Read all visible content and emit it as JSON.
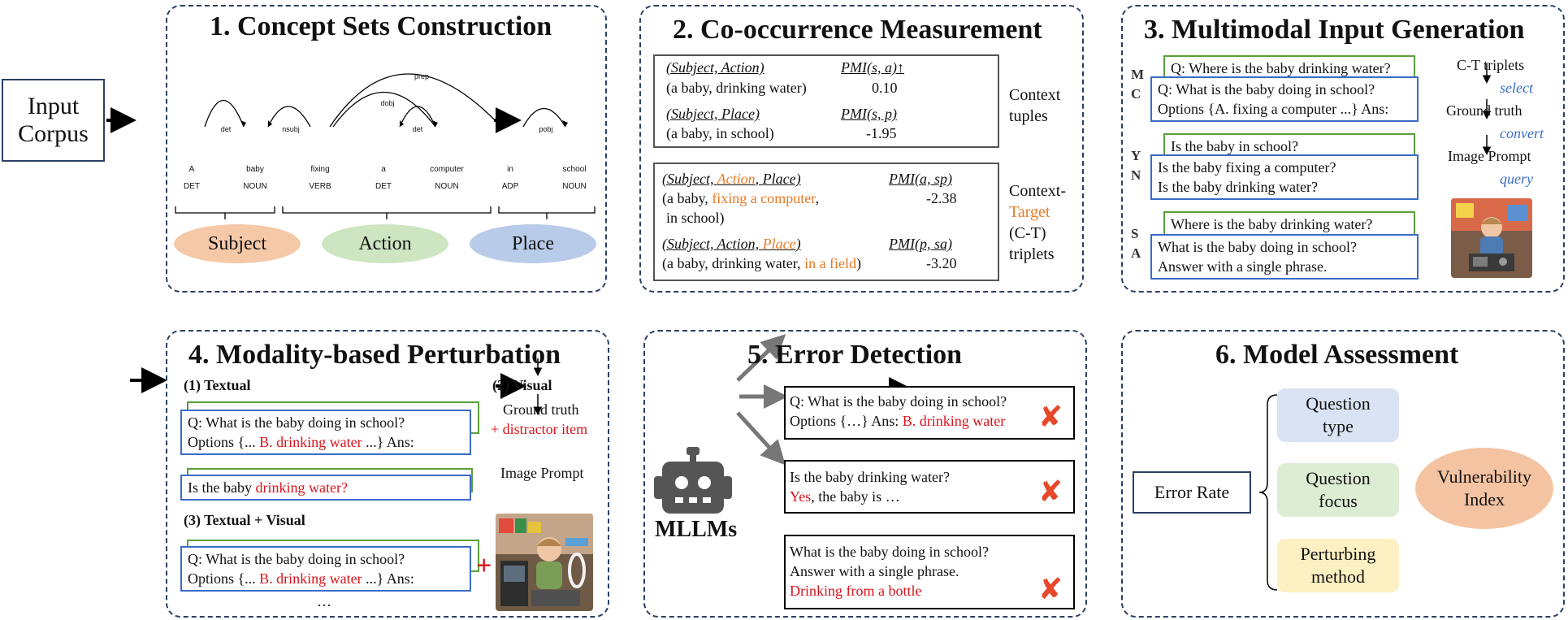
{
  "input": {
    "line1": "Input",
    "line2": "Corpus"
  },
  "panel1": {
    "title": "1. Concept Sets Construction",
    "tokens": [
      {
        "word": "A",
        "pos": "DET"
      },
      {
        "word": "baby",
        "pos": "NOUN"
      },
      {
        "word": "fixing",
        "pos": "VERB"
      },
      {
        "word": "a",
        "pos": "DET"
      },
      {
        "word": "computer",
        "pos": "NOUN"
      },
      {
        "word": "in",
        "pos": "ADP"
      },
      {
        "word": "school",
        "pos": "NOUN"
      }
    ],
    "arcs": [
      "det",
      "nsubj",
      "prep",
      "dobj",
      "det",
      "pobj"
    ],
    "concepts": [
      "Subject",
      "Action",
      "Place"
    ]
  },
  "panel2": {
    "title": "2. Co-occurrence Measurement",
    "tuple_rows": [
      {
        "head": "(Subject, Action)",
        "pmi": "PMI(s, a)↑",
        "row": "(a baby, drinking water)",
        "val": "0.10"
      },
      {
        "head": "(Subject, Place)",
        "pmi": "PMI(s, p)",
        "row": "(a baby, in school)",
        "val": "-1.95"
      }
    ],
    "tuple_label": [
      "Context",
      "tuples"
    ],
    "triplet_1": {
      "head_a": "(Subject, ",
      "head_b": "Action",
      "head_c": ", Place)",
      "pmi": "PMI(a, sp)",
      "row_a": "(a baby, ",
      "row_b": "fixing a computer",
      "row_c": ",",
      "row2": "in school)",
      "val": "-2.38"
    },
    "triplet_2": {
      "head_a": "(Subject, Action, ",
      "head_b": "Place",
      "head_c": ")",
      "pmi": "PMI(p, sa)",
      "row_a": "(a baby, drinking water, ",
      "row_b": "in a field",
      "row_c": ")",
      "val": "-3.20"
    },
    "triplet_label": [
      "Context-",
      "Target",
      "(C-T)",
      "triplets"
    ]
  },
  "panel3": {
    "title": "3. Multimodal Input Generation",
    "mc": {
      "l1": "M",
      "l2": "C",
      "back": "Q: Where is the baby drinking water?",
      "front1": "Q: What is the baby doing in school?",
      "front2": "Options {A. fixing a computer ...} Ans:"
    },
    "yn": {
      "l1": "Y",
      "l2": "N",
      "back": "Is the baby in school?",
      "front1": "Is the baby fixing a computer?",
      "front2": "Is the baby drinking water?"
    },
    "sa": {
      "l1": "S",
      "l2": "A",
      "back": "Where is the baby drinking water?",
      "front1": "What is the baby doing in school?",
      "front2": "Answer with a single phrase."
    },
    "flow": [
      "C-T triplets",
      "select",
      "Ground truth",
      "convert",
      "Image Prompt",
      "query"
    ]
  },
  "panel4": {
    "title": "4. Modality-based Perturbation",
    "textual": "(1) Textual",
    "visual": "(2) Visual",
    "tv": "(3) Textual + Visual",
    "q1a": "Q: What is the baby doing in school?",
    "q1b_a": "Options {... ",
    "q1b_b": "B. drinking water",
    "q1b_c": " ...} Ans:",
    "q2a": "Is the baby ",
    "q2b": "drinking water?",
    "gt": "Ground truth",
    "distractor": "+ distractor item",
    "img_prompt": "Image Prompt",
    "q3a": "Q: What is the baby doing in school?",
    "q3b_a": "Options {... ",
    "q3b_b": "B. drinking water",
    "q3b_c": " ...} Ans:",
    "plus": "+",
    "ellipsis": "…"
  },
  "panel5": {
    "title": "5. Error Detection",
    "robot_label": "MLLMs",
    "r1a": "Q: What is the baby doing in school?",
    "r1b_a": "Options {…} Ans: ",
    "r1b_b": "B. drinking water",
    "r2a": "Is the baby drinking water?",
    "r2b_a": "Yes",
    "r2b_b": ", the baby is …",
    "r3a": "What is the baby doing in school?",
    "r3b": "Answer with a single phrase.",
    "r3c": "Drinking from a bottle"
  },
  "panel6": {
    "title": "6. Model Assessment",
    "error_rate": "Error Rate",
    "items": [
      [
        "Question",
        "type"
      ],
      [
        "Question",
        "focus"
      ],
      [
        "Perturbing",
        "method"
      ]
    ],
    "vuln": [
      "Vulnerability",
      "Index"
    ]
  },
  "colors": {
    "border": "#2a3f63",
    "blue": "#3b6cc6",
    "green": "#5aa03c",
    "red": "#d9141b",
    "orange": "#ea7a24",
    "subject": "#f5c8a8",
    "action": "#cde5c0",
    "place": "#b8cbe8",
    "qtype": "#d9e3f3",
    "qfocus": "#dcedd3",
    "pmethod": "#fdf0c2",
    "vuln": "#f4c3a2"
  }
}
